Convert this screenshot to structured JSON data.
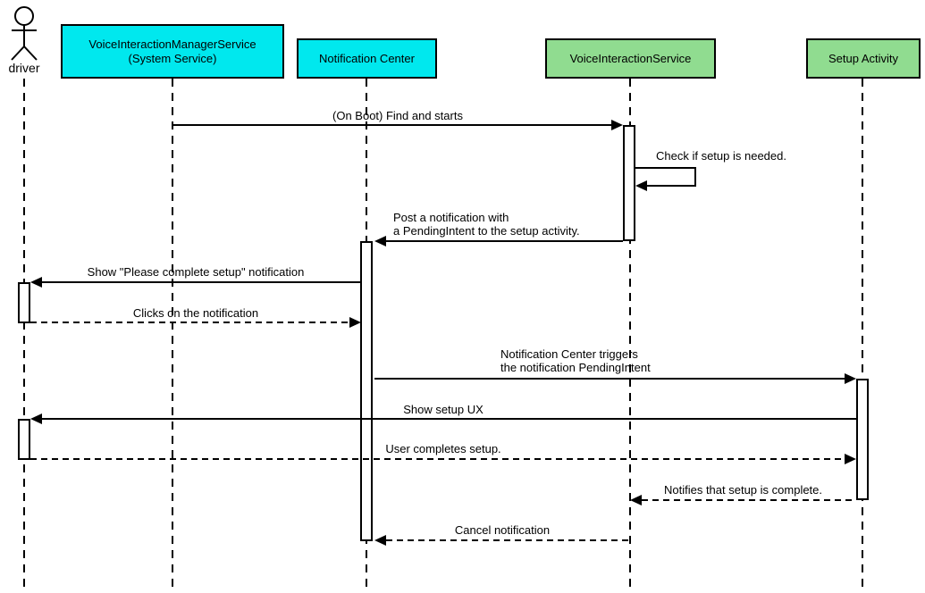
{
  "diagram_type": "uml-sequence-diagram",
  "colors": {
    "system_service_box": "#00e8ee",
    "component_box": "#90dc90",
    "line": "#000000",
    "background": "#ffffff",
    "activation_fill": "#ffffff"
  },
  "participants": [
    {
      "id": "driver",
      "type": "actor",
      "label": "driver"
    },
    {
      "id": "voice-interaction-manager-service",
      "type": "box",
      "label": "VoiceInteractionManagerService\n(System Service)",
      "color": "#00e8ee"
    },
    {
      "id": "notification-center",
      "type": "box",
      "label": "Notification Center",
      "color": "#00e8ee"
    },
    {
      "id": "voice-interaction-service",
      "type": "box",
      "label": "VoiceInteractionService",
      "color": "#90dc90"
    },
    {
      "id": "setup-activity",
      "type": "box",
      "label": "Setup Activity",
      "color": "#90dc90"
    }
  ],
  "messages": [
    {
      "label": "(On Boot) Find and starts",
      "from": "voice-interaction-manager-service",
      "to": "voice-interaction-service",
      "style": "solid"
    },
    {
      "label": "Check if setup is needed.",
      "from": "voice-interaction-service",
      "to": "voice-interaction-service",
      "style": "solid-self"
    },
    {
      "label": "Post a notification with\na PendingIntent to the setup activity.",
      "from": "voice-interaction-service",
      "to": "notification-center",
      "style": "solid"
    },
    {
      "label": "Show \"Please complete setup\" notification",
      "from": "notification-center",
      "to": "driver",
      "style": "solid"
    },
    {
      "label": "Clicks on the notification",
      "from": "driver",
      "to": "notification-center",
      "style": "dashed"
    },
    {
      "label": "Notification Center triggers\nthe notification PendingIntent",
      "from": "notification-center",
      "to": "setup-activity",
      "style": "solid"
    },
    {
      "label": "Show setup UX",
      "from": "setup-activity",
      "to": "driver",
      "style": "solid"
    },
    {
      "label": "User completes setup.",
      "from": "driver",
      "to": "setup-activity",
      "style": "dashed"
    },
    {
      "label": "Notifies that setup is complete.",
      "from": "setup-activity",
      "to": "voice-interaction-service",
      "style": "dashed"
    },
    {
      "label": "Cancel notification",
      "from": "voice-interaction-service",
      "to": "notification-center",
      "style": "dashed"
    }
  ]
}
